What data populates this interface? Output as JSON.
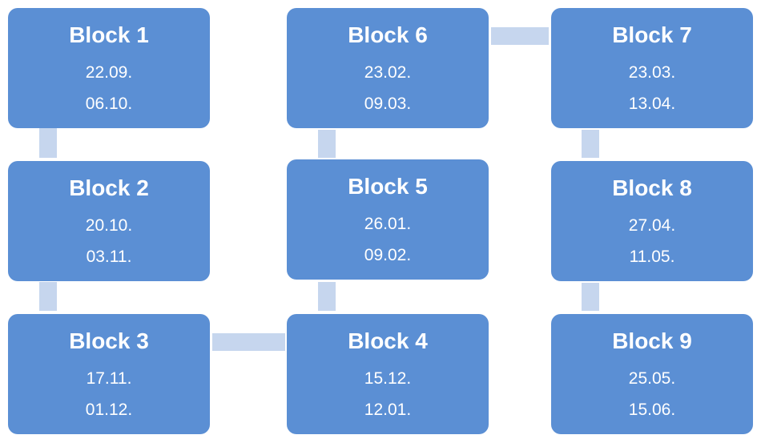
{
  "colors": {
    "block_fill": "#5b8fd4",
    "connector_fill": "#c6d6ee",
    "text": "#ffffff"
  },
  "blocks": [
    {
      "title": "Block 1",
      "start": "22.09.",
      "end": "06.10."
    },
    {
      "title": "Block 2",
      "start": "20.10.",
      "end": "03.11."
    },
    {
      "title": "Block 3",
      "start": "17.11.",
      "end": "01.12."
    },
    {
      "title": "Block 4",
      "start": "15.12.",
      "end": "12.01."
    },
    {
      "title": "Block 5",
      "start": "26.01.",
      "end": "09.02."
    },
    {
      "title": "Block 6",
      "start": "23.02.",
      "end": "09.03."
    },
    {
      "title": "Block 7",
      "start": "23.03.",
      "end": "13.04."
    },
    {
      "title": "Block 8",
      "start": "27.04.",
      "end": "11.05."
    },
    {
      "title": "Block 9",
      "start": "25.05.",
      "end": "15.06."
    }
  ]
}
